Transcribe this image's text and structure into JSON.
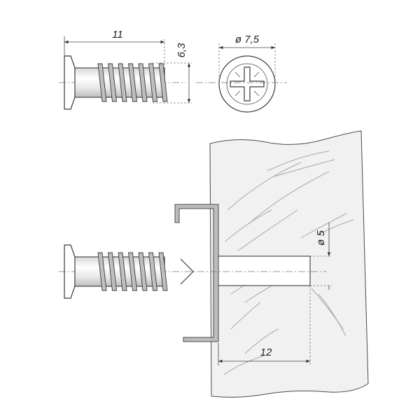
{
  "drawing": {
    "colors": {
      "line": "#3a3a3a",
      "board_fill": "#f1f1f1",
      "board_texture": "#a8a8a8",
      "screw_fill": "#ffffff",
      "screw_shade": "#9a9a9a"
    },
    "dimensions": {
      "screw_length": "11",
      "thread_diameter": "6,3",
      "head_diameter": "ø 7,5",
      "hole_diameter": "ø 5",
      "hole_depth": "12"
    },
    "head_drive": "pozidriv-cross"
  }
}
